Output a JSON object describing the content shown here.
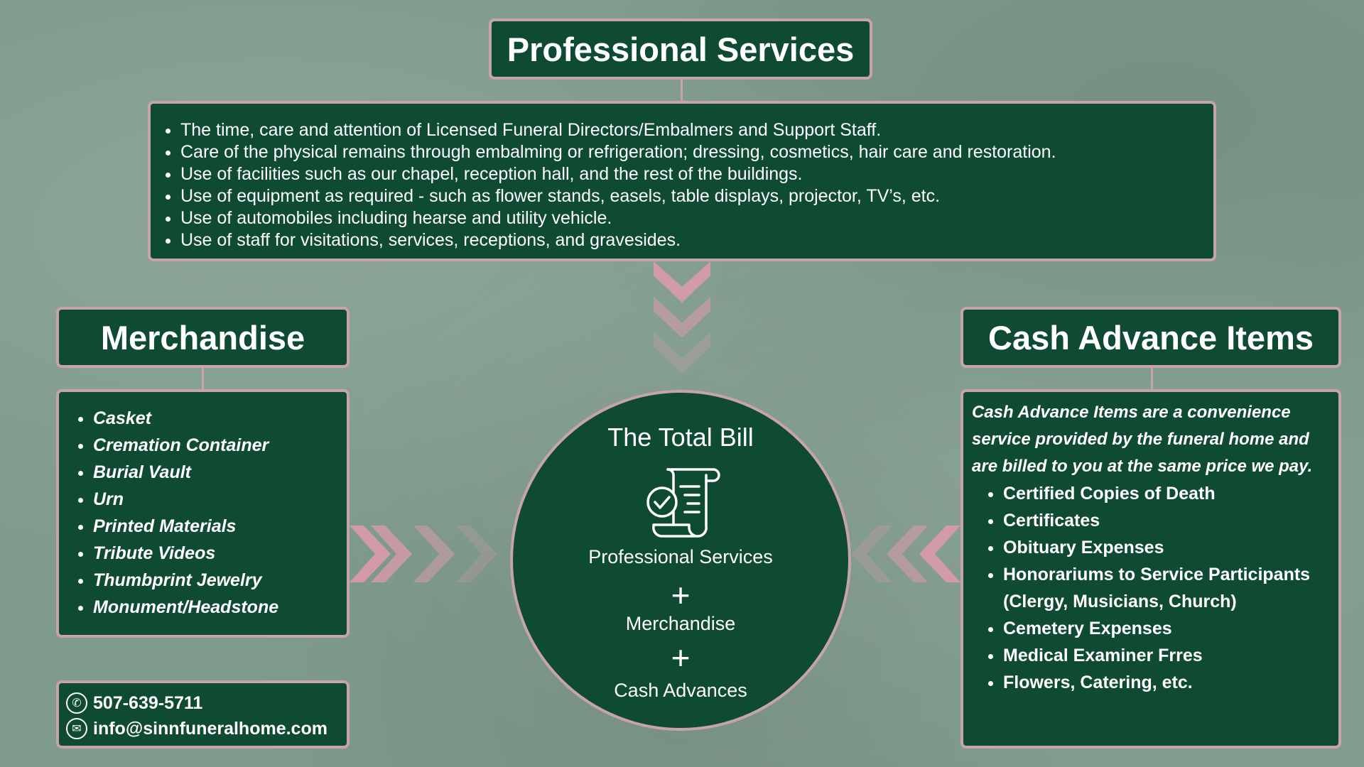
{
  "professional_services": {
    "title": "Professional Services",
    "items": [
      "The time, care and attention of Licensed Funeral Directors/Embalmers and Support Staff.",
      "Care of the physical remains through embalming or refrigeration; dressing, cosmetics, hair care and restoration.",
      "Use of facilities such as our chapel, reception hall, and the rest of the buildings.",
      "Use of equipment as required - such as flower stands, easels, table displays, projector, TV’s, etc.",
      "Use of automobiles including hearse and utility vehicle.",
      "Use of staff for visitations, services, receptions, and gravesides."
    ]
  },
  "merchandise": {
    "title": "Merchandise",
    "items": [
      "Casket",
      "Cremation Container",
      "Burial Vault",
      "Urn",
      "Printed Materials",
      "Tribute Videos",
      "Thumbprint Jewelry",
      "Monument/Headstone"
    ]
  },
  "cash_advance": {
    "title": "Cash Advance Items",
    "intro": "Cash Advance Items are a convenience service provided by the funeral home and are billed to you at the same price we pay.",
    "items": [
      "Certified Copies of Death",
      "Certificates",
      "Obituary Expenses",
      "Honorariums to Service Participants (Clergy, Musicians, Church)",
      "Cemetery Expenses",
      "Medical Examiner Frres",
      "Flowers, Catering, etc."
    ]
  },
  "total_bill": {
    "title": "The Total Bill",
    "line1": "Professional Services",
    "plus1": "+",
    "line2": "Merchandise",
    "plus2": "+",
    "line3": "Cash Advances",
    "icon": "receipt-check-icon"
  },
  "contact": {
    "phone": "507-639-5711",
    "email": "info@sinnfuneralhome.com",
    "phone_icon": "phone-icon",
    "email_icon": "email-icon"
  },
  "colors": {
    "background": "#7f9b8c",
    "box": "#0f4a33",
    "border": "#c6a3ad",
    "chevron": "#d79aab"
  }
}
